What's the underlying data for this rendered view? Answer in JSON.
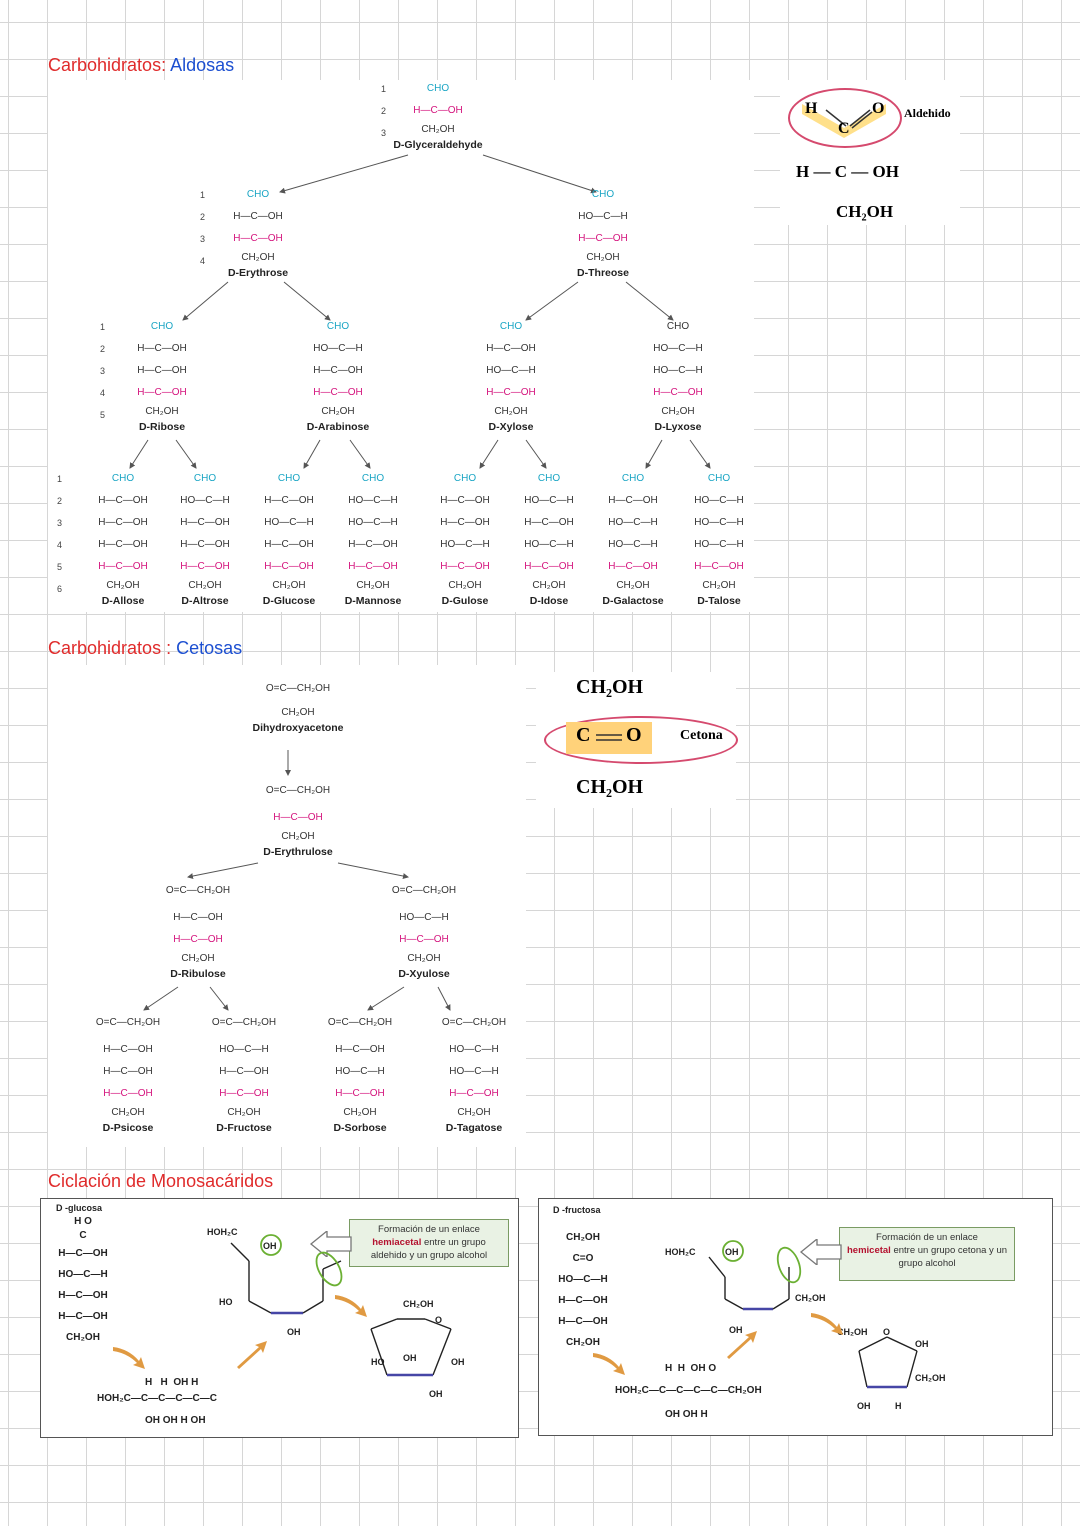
{
  "headings": {
    "aldosas_prefix": "Carbohidratos",
    "aldosas_sep": ":",
    "aldosas_word": "Aldosas",
    "cetosas_prefix": "Carbohidratos",
    "cetosas_sep": " :",
    "cetosas_word": "Cetosas",
    "ciclacion": "Ciclación de Monosacáridos"
  },
  "aldose_tree": {
    "glyceraldehyde": {
      "rows": [
        "CHO",
        "H—C—OH",
        "CH₂OH"
      ],
      "name": "D-Glyceraldehyde"
    },
    "erythrose": {
      "rows": [
        "CHO",
        "H—C—OH",
        "H—C—OH",
        "CH₂OH"
      ],
      "name": "D-Erythrose"
    },
    "threose": {
      "rows": [
        "CHO",
        "HO—C—H",
        "H—C—OH",
        "CH₂OH"
      ],
      "name": "D-Threose"
    },
    "pentoses": [
      {
        "rows": [
          "CHO",
          "H—C—OH",
          "H—C—OH",
          "H—C—OH",
          "CH₂OH"
        ],
        "name": "D-Ribose"
      },
      {
        "rows": [
          "CHO",
          "HO—C—H",
          "H—C—OH",
          "H—C—OH",
          "CH₂OH"
        ],
        "name": "D-Arabinose"
      },
      {
        "rows": [
          "CHO",
          "H—C—OH",
          "HO—C—H",
          "H—C—OH",
          "CH₂OH"
        ],
        "name": "D-Xylose"
      },
      {
        "rows": [
          "CHO",
          "HO—C—H",
          "HO—C—H",
          "H—C—OH",
          "CH₂OH"
        ],
        "name": "D-Lyxose"
      }
    ],
    "hexoses": [
      {
        "rows": [
          "CHO",
          "H—C—OH",
          "H—C—OH",
          "H—C—OH",
          "H—C—OH",
          "CH₂OH"
        ],
        "name": "D-Allose"
      },
      {
        "rows": [
          "CHO",
          "HO—C—H",
          "H—C—OH",
          "H—C—OH",
          "H—C—OH",
          "CH₂OH"
        ],
        "name": "D-Altrose"
      },
      {
        "rows": [
          "CHO",
          "H—C—OH",
          "HO—C—H",
          "H—C—OH",
          "H—C—OH",
          "CH₂OH"
        ],
        "name": "D-Glucose"
      },
      {
        "rows": [
          "CHO",
          "HO—C—H",
          "HO—C—H",
          "H—C—OH",
          "H—C—OH",
          "CH₂OH"
        ],
        "name": "D-Mannose"
      },
      {
        "rows": [
          "CHO",
          "H—C—OH",
          "H—C—OH",
          "HO—C—H",
          "H—C—OH",
          "CH₂OH"
        ],
        "name": "D-Gulose"
      },
      {
        "rows": [
          "CHO",
          "HO—C—H",
          "H—C—OH",
          "HO—C—H",
          "H—C—OH",
          "CH₂OH"
        ],
        "name": "D-Idose"
      },
      {
        "rows": [
          "CHO",
          "H—C—OH",
          "HO—C—H",
          "HO—C—H",
          "H—C—OH",
          "CH₂OH"
        ],
        "name": "D-Galactose"
      },
      {
        "rows": [
          "CHO",
          "HO—C—H",
          "HO—C—H",
          "HO—C—H",
          "H—C—OH",
          "CH₂OH"
        ],
        "name": "D-Talose"
      }
    ]
  },
  "aldehido_legend": {
    "h": "H",
    "o": "O",
    "c": "C",
    "label": "Aldehido",
    "middle": "H — C — OH",
    "bottom": "CH₂OH"
  },
  "ketose_tree": {
    "dihydroxyacetone": {
      "rows": [
        "O=C—CH₂OH",
        "CH₂OH"
      ],
      "name": "Dihydroxyacetone"
    },
    "erythrulose": {
      "rows": [
        "O=C—CH₂OH",
        "H—C—OH",
        "CH₂OH"
      ],
      "name": "D-Erythrulose"
    },
    "pentuloses": [
      {
        "rows": [
          "O=C—CH₂OH",
          "H—C—OH",
          "H—C—OH",
          "CH₂OH"
        ],
        "name": "D-Ribulose"
      },
      {
        "rows": [
          "O=C—CH₂OH",
          "HO—C—H",
          "H—C—OH",
          "CH₂OH"
        ],
        "name": "D-Xyulose"
      }
    ],
    "hexuloses": [
      {
        "rows": [
          "O=C—CH₂OH",
          "H—C—OH",
          "H—C—OH",
          "H—C—OH",
          "CH₂OH"
        ],
        "name": "D-Psicose"
      },
      {
        "rows": [
          "O=C—CH₂OH",
          "HO—C—H",
          "H—C—OH",
          "H—C—OH",
          "CH₂OH"
        ],
        "name": "D-Fructose"
      },
      {
        "rows": [
          "O=C—CH₂OH",
          "H—C—OH",
          "HO—C—H",
          "H—C—OH",
          "CH₂OH"
        ],
        "name": "D-Sorbose"
      },
      {
        "rows": [
          "O=C—CH₂OH",
          "HO—C—H",
          "HO—C—H",
          "H—C—OH",
          "CH₂OH"
        ],
        "name": "D-Tagatose"
      }
    ]
  },
  "cetona_legend": {
    "top": "CH₂OH",
    "c": "C",
    "o": "O",
    "label": "Cetona",
    "bottom": "CH₂OH"
  },
  "ciclacion": {
    "glucosa": {
      "title": "D -glucosa",
      "note_pre": "Formación de un enlace",
      "note_bold": "hemiacetal",
      "note_post": "entre un grupo aldehido y un grupo alcohol",
      "chain": [
        "H   O",
        "C",
        "H—C—OH",
        "HO—C—H",
        "H—C—OH",
        "H—C—OH",
        "CH₂OH"
      ],
      "linear": "HOH₂C—C—C—C—C—C",
      "linear_bottom": "OH OH H  OH",
      "ring_top": "CH₂OH"
    },
    "fructosa": {
      "title": "D -fructosa",
      "note_pre": "Formación de un enlace",
      "note_bold": "hemicetal",
      "note_post": "entre un grupo cetona y un grupo alcohol",
      "chain": [
        "CH₂OH",
        "C=O",
        "HO—C—H",
        "H—C—OH",
        "H—C—OH",
        "CH₂OH"
      ],
      "linear": "HOH₂C—C—C—C—C—CH₂OH",
      "linear_bottom": "OH OH H",
      "ring_top": "CH₂OH"
    }
  }
}
